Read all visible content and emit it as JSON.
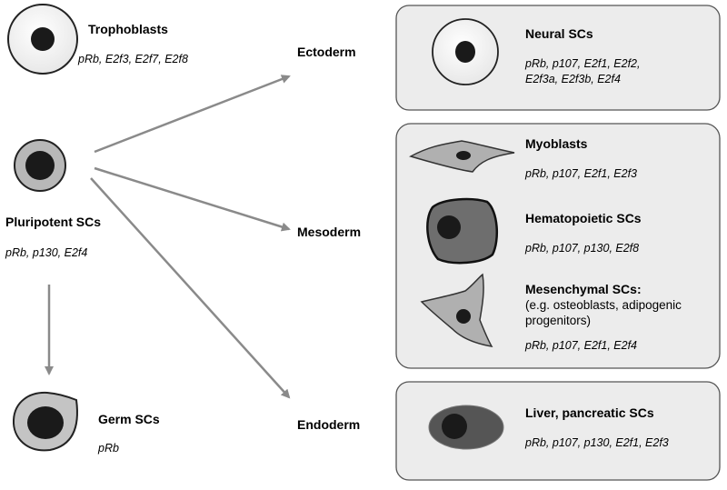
{
  "cells": {
    "trophoblasts": {
      "name": "Trophoblasts",
      "genes": "pRb, E2f3, E2f7, E2f8"
    },
    "pluripotent": {
      "name": "Pluripotent SCs",
      "genes": "pRb, p130, E2f4"
    },
    "germ": {
      "name": "Germ SCs",
      "genes": "pRb"
    }
  },
  "germ_layers": {
    "ectoderm": "Ectoderm",
    "mesoderm": "Mesoderm",
    "endoderm": "Endoderm"
  },
  "panels": {
    "ectoderm": {
      "items": [
        {
          "name": "Neural SCs",
          "genes_line1": "pRb, p107, E2f1, E2f2,",
          "genes_line2": "E2f3a, E2f3b, E2f4"
        }
      ]
    },
    "mesoderm": {
      "items": [
        {
          "name": "Myoblasts",
          "genes": "pRb, p107, E2f1, E2f3"
        },
        {
          "name": "Hematopoietic SCs",
          "genes": "pRb, p107, p130, E2f8"
        },
        {
          "name": "Mesenchymal SCs:",
          "note_line1": "(e.g. osteoblasts, adipogenic",
          "note_line2": "progenitors)",
          "genes": "pRb, p107, E2f1, E2f4"
        }
      ]
    },
    "endoderm": {
      "items": [
        {
          "name": "Liver, pancreatic SCs",
          "genes": "pRb, p107, p130, E2f1, E2f3"
        }
      ]
    }
  },
  "colors": {
    "panel_fill": "#ececec",
    "panel_stroke": "#555555",
    "arrow": "#8a8a8a",
    "nucleus": "#1a1a1a",
    "cell_light": "#f4f4f4",
    "cell_mid": "#b8b8b8",
    "cell_dark": "#6e6e6e",
    "cell_darker": "#555555"
  }
}
